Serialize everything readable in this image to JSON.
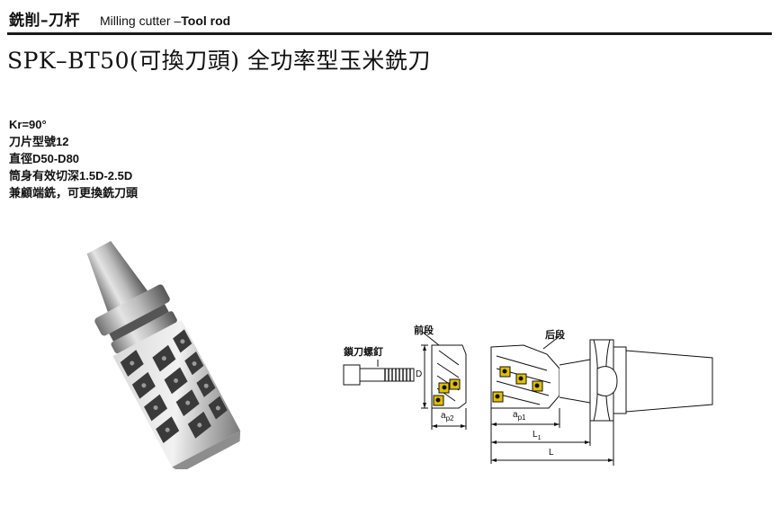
{
  "header": {
    "cn": "銑削–刀杆",
    "en_prefix": "Milling cutter –",
    "en_bold": "Tool rod"
  },
  "title": "SPK–BT50(可換刀頭) 全功率型玉米銑刀",
  "specs": [
    "Kr=90°",
    "刀片型號12",
    "直徑D50-D80",
    "筒身有效切深1.5D-2.5D",
    "兼顧端銑，可更換銑刀頭"
  ],
  "drawing": {
    "screw_label": "鎖刀螺釘",
    "front_label": "前段",
    "rear_label": "后段",
    "dim_d": "D",
    "dim_ap2": "a",
    "dim_ap2_sub": "p2",
    "dim_ap1": "a",
    "dim_ap1_sub": "p1",
    "dim_l1": "L",
    "dim_l1_sub": "1",
    "dim_l": "L"
  },
  "colors": {
    "insert_yellow": "#e0c000",
    "rule": "#1a1a1a"
  }
}
